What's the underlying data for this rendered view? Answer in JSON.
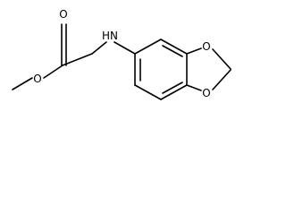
{
  "structure": {
    "atoms": {
      "carbonyl_oxygen": "O",
      "ester_oxygen": "O",
      "amine": "H​N",
      "ring_oxygen_top": "O",
      "ring_oxygen_bottom": "O"
    },
    "line_color": "#000000"
  }
}
